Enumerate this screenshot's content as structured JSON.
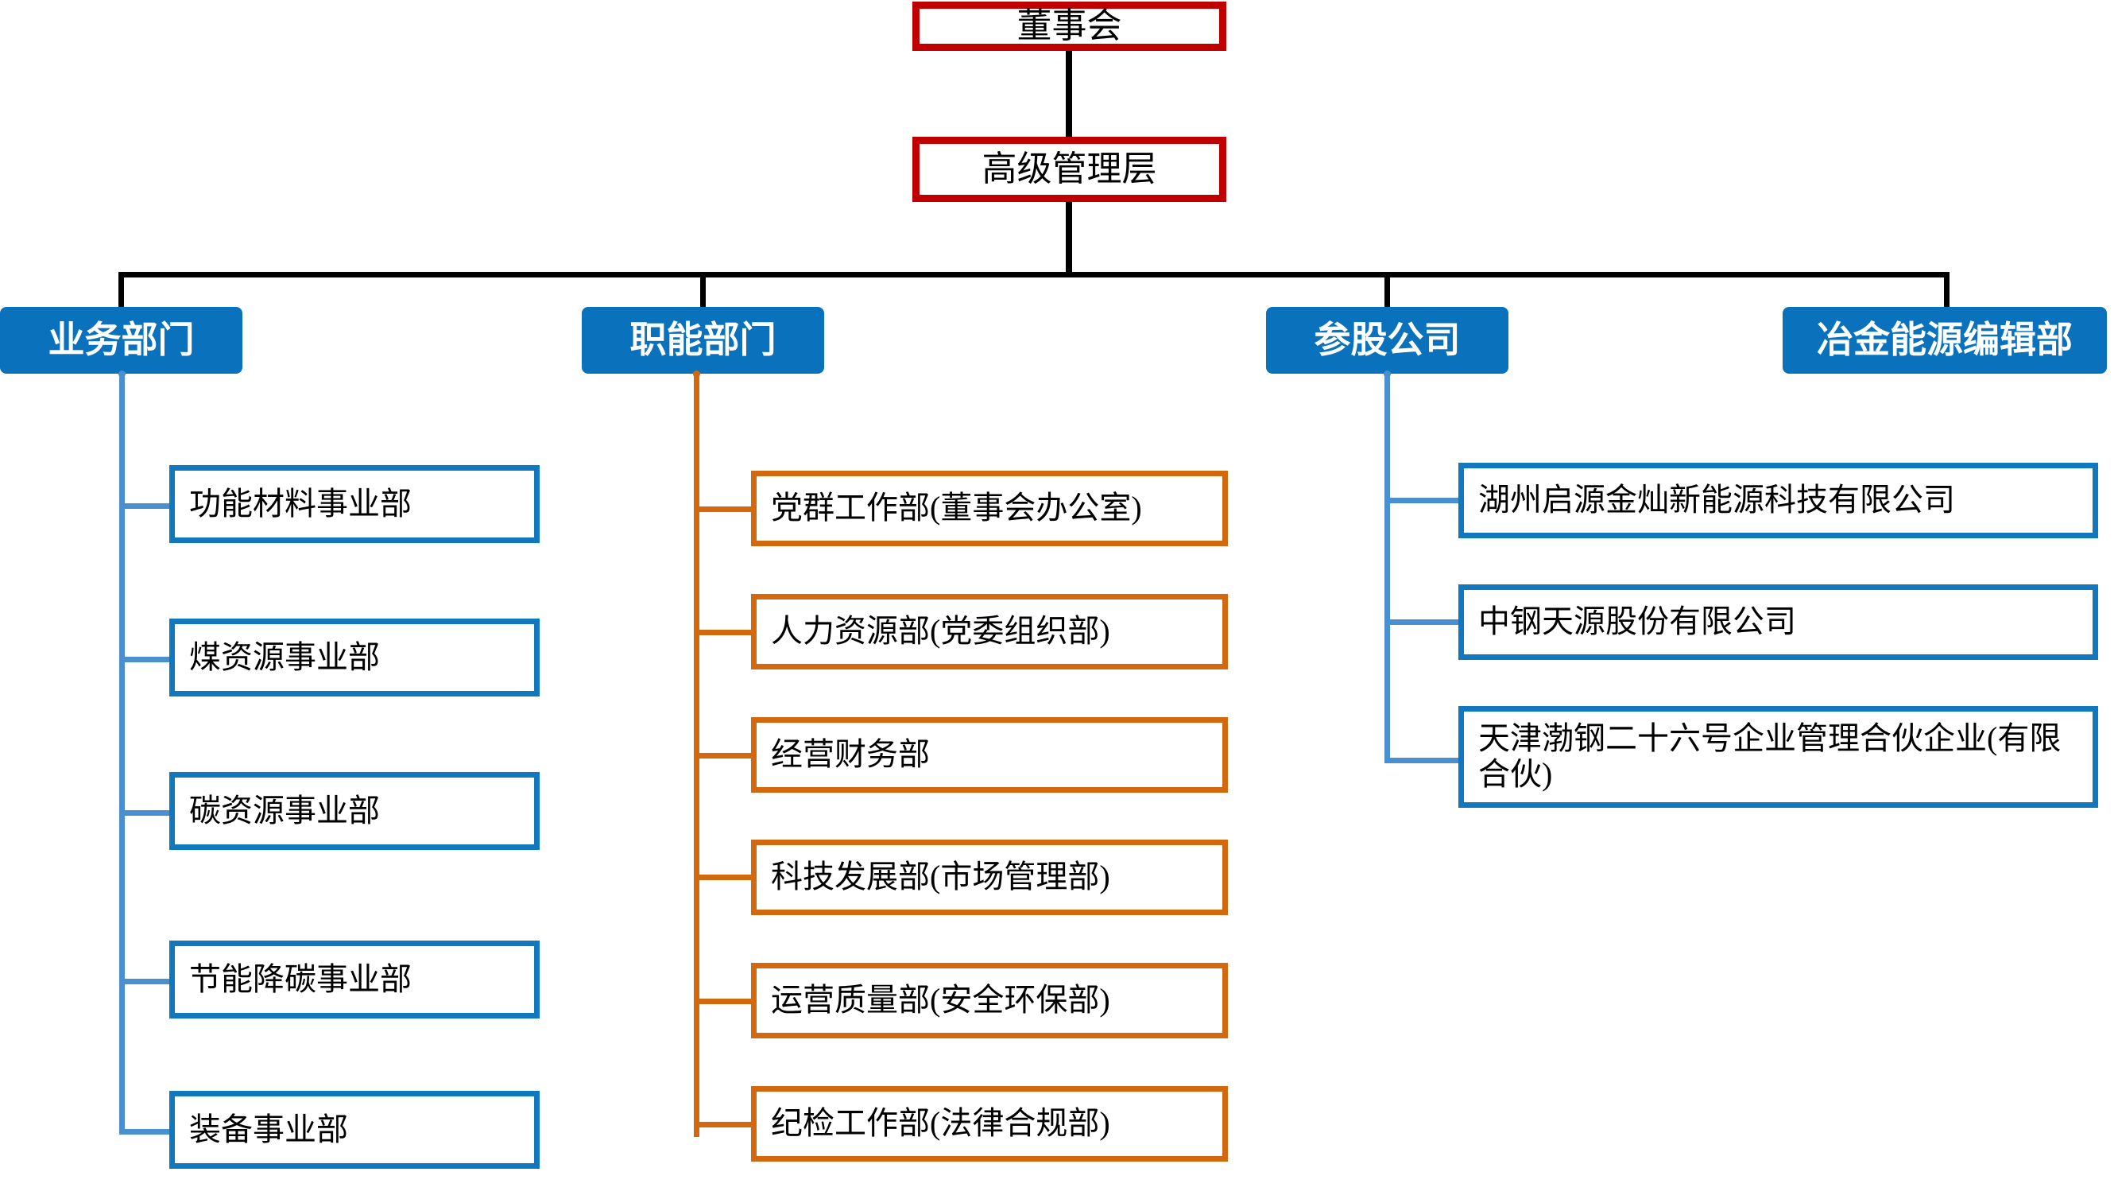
{
  "chart": {
    "title": "",
    "type": "org-chart",
    "colors": {
      "top_border": "#C00000",
      "header_fill": "#0A72BC",
      "header_text": "#FFFFFF",
      "business_border": "#1278BE",
      "functional_border": "#D2690E",
      "connector_black": "#000000",
      "connector_blue": "#4A8FD0",
      "connector_orange": "#D2690E",
      "background": "#FFFFFF"
    }
  },
  "top": {
    "board": "董事会",
    "management": "高级管理层"
  },
  "columns": [
    {
      "key": "business",
      "header": "业务部门",
      "accent": "#1278BE",
      "items": [
        "功能材料事业部",
        "煤资源事业部",
        "碳资源事业部",
        "节能降碳事业部",
        "装备事业部"
      ]
    },
    {
      "key": "functional",
      "header": "职能部门",
      "accent": "#D2690E",
      "items": [
        "党群工作部(董事会办公室)",
        "人力资源部(党委组织部)",
        "经营财务部",
        "科技发展部(市场管理部)",
        "运营质量部(安全环保部)",
        "纪检工作部(法律合规部)"
      ]
    },
    {
      "key": "affiliates",
      "header": "参股公司",
      "accent": "#1278BE",
      "items": [
        "湖州启源金灿新能源科技有限公司",
        "中钢天源股份有限公司",
        "天津渤钢二十六号企业管理合伙企业(有限合伙)"
      ]
    },
    {
      "key": "editorial",
      "header": "冶金能源编辑部",
      "accent": "#0A72BC",
      "items": []
    }
  ]
}
